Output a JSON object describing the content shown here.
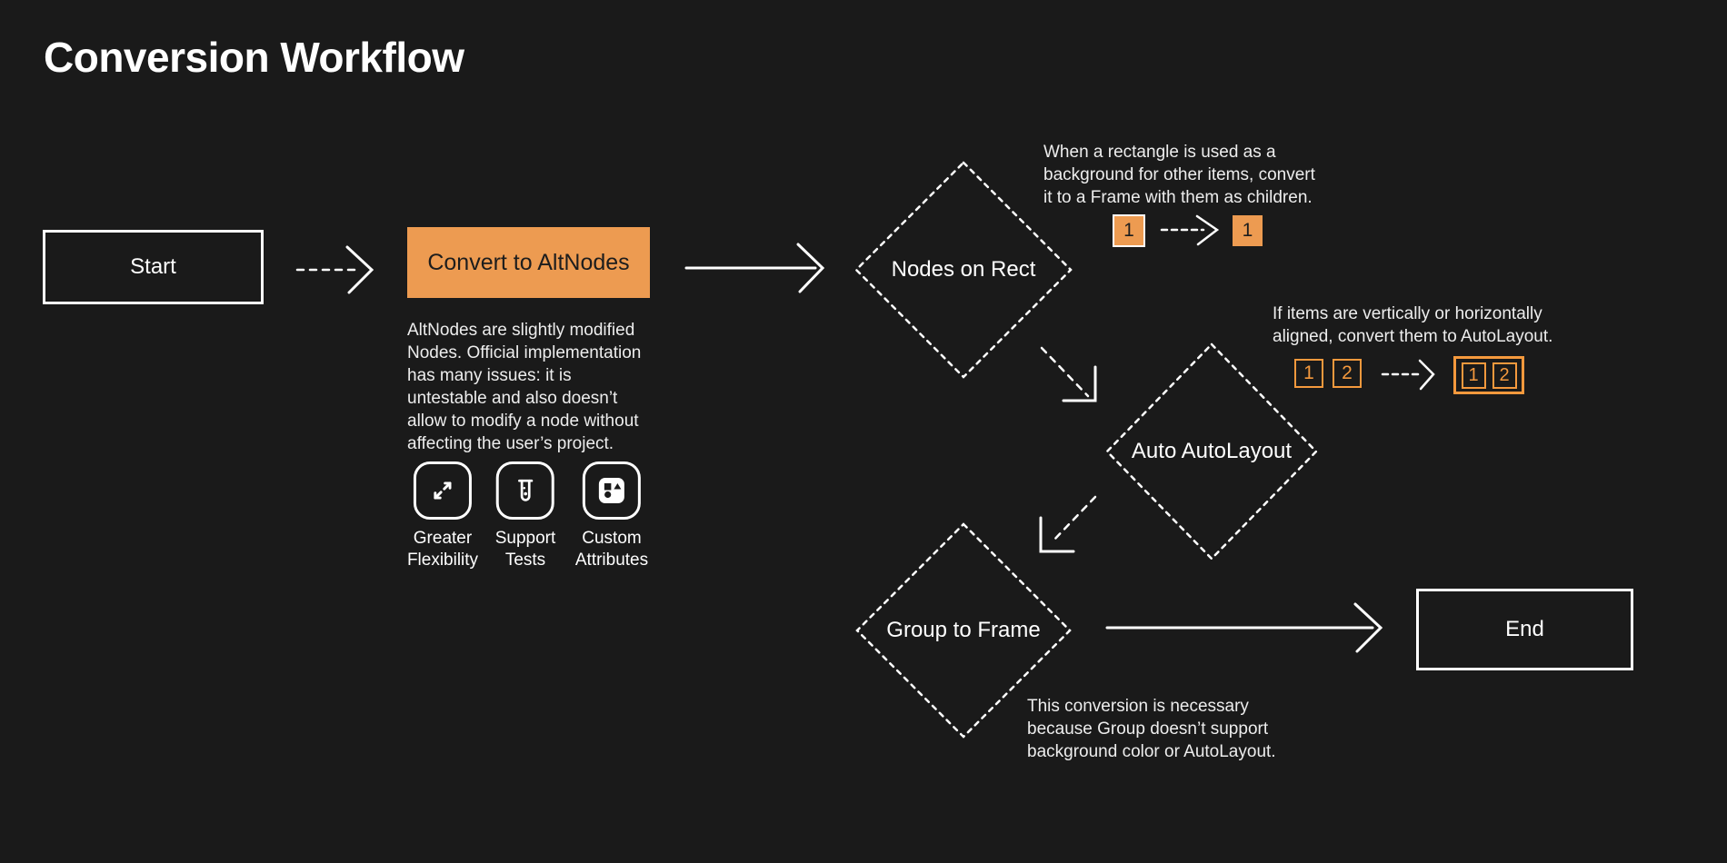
{
  "page": {
    "title": "Conversion Workflow"
  },
  "colors": {
    "background": "#1A1A1A",
    "accent_fill": "#ED9B51",
    "accent_border": "#F5993D",
    "line": "#FFFFFF",
    "text_primary": "#FFFFFF",
    "text_secondary": "#EDEDED",
    "text_on_accent": "#1D1D1D"
  },
  "flow": {
    "start": {
      "label": "Start"
    },
    "convert": {
      "label": "Convert to AltNodes",
      "description": "AltNodes are slightly modified\nNodes. Official implementation\nhas many issues: it is\nuntestable and also doesn’t\nallow to modify a node without\naffecting the user’s project."
    },
    "features": [
      {
        "icon": "expand-icon",
        "label": "Greater\nFlexibility"
      },
      {
        "icon": "test-tube-icon",
        "label": "Support\nTests"
      },
      {
        "icon": "shapes-icon",
        "label": "Custom\nAttributes"
      }
    ],
    "nodes_on_rect": {
      "label": "Nodes on Rect",
      "note": "When a rectangle is used as a\nbackground for other items, convert\nit to a Frame with them as children.",
      "mini": {
        "before": "1",
        "after": "1"
      }
    },
    "auto_autolayout": {
      "label": "Auto AutoLayout",
      "note": "If items are vertically or horizontally\naligned, convert them to AutoLayout.",
      "mini": {
        "items": [
          "1",
          "2"
        ]
      }
    },
    "group_to_frame": {
      "label": "Group to Frame",
      "note": "This conversion is necessary\nbecause Group doesn’t support\nbackground color or AutoLayout."
    },
    "end": {
      "label": "End"
    }
  }
}
